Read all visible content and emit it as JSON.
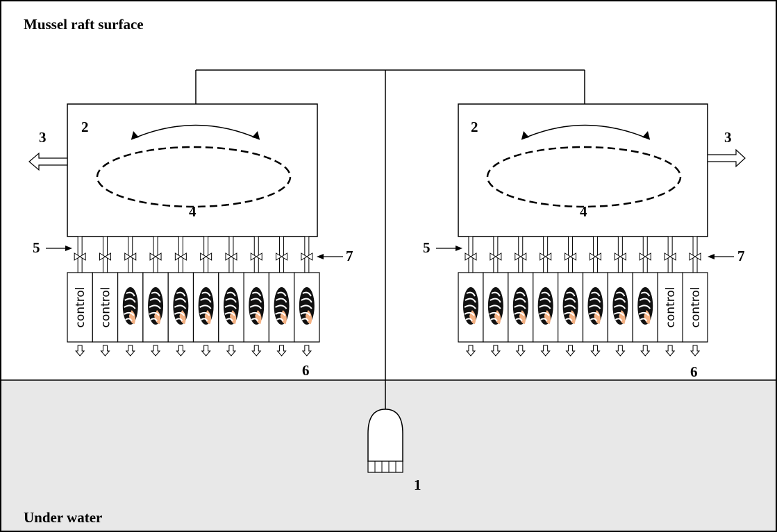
{
  "regions": {
    "surface_label": "Mussel raft surface",
    "underwater_label": "Under water",
    "underwater_color": "#e8e8e8"
  },
  "pump": {
    "number": "1"
  },
  "tanks": [
    {
      "side": "left",
      "tank_number": "2",
      "overflow_number": "3",
      "mixing_number": "4",
      "inlet_number": "5",
      "outlet_number": "6",
      "valve_number": "7",
      "chambers": [
        "control",
        "control",
        "mussel",
        "mussel",
        "mussel",
        "mussel",
        "mussel",
        "mussel",
        "mussel",
        "mussel"
      ]
    },
    {
      "side": "right",
      "tank_number": "2",
      "overflow_number": "3",
      "mixing_number": "4",
      "inlet_number": "5",
      "outlet_number": "6",
      "valve_number": "7",
      "chambers": [
        "mussel",
        "mussel",
        "mussel",
        "mussel",
        "mussel",
        "mussel",
        "mussel",
        "mussel",
        "control",
        "control"
      ]
    }
  ],
  "colors": {
    "line": "#000000",
    "mussel_shell": "#111111",
    "mussel_flesh": "#f4b183"
  }
}
